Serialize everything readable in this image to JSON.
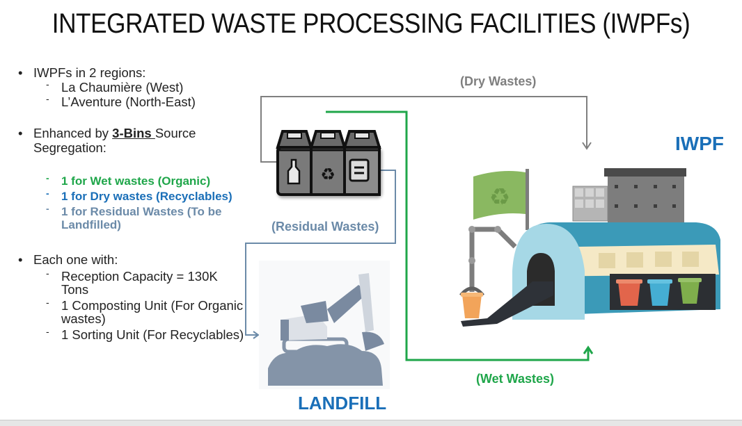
{
  "title": "INTEGRATED WASTE PROCESSING FACILITIES (IWPFs)",
  "bullets": {
    "regions": {
      "heading": "IWPFs in 2 regions:",
      "items": [
        "La Chaumière (West)",
        "L’Aventure (North-East)"
      ]
    },
    "segregation": {
      "prefix": "Enhanced by ",
      "emphasis": "3-Bins ",
      "suffix": "Source Segregation:",
      "items": [
        {
          "text": "1 for Wet wastes (Organic)",
          "color": "#1fa64a"
        },
        {
          "text": "1 for Dry wastes (Recyclables)",
          "color": "#1a6fb8"
        },
        {
          "text": "1 for Residual Wastes (To be Landfilled)",
          "color": "#6b8aa8"
        }
      ]
    },
    "each": {
      "heading": "Each one with:",
      "items": [
        "Reception Capacity = 130K Tons",
        "1 Composting Unit (For Organic wastes)",
        "1 Sorting Unit (For Recyclables)"
      ]
    }
  },
  "diagram": {
    "labels": {
      "dry": "(Dry Wastes)",
      "wet": "(Wet Wastes)",
      "residual": "(Residual Wastes)",
      "iwpf": "IWPF",
      "landfill": "LANDFILL"
    },
    "icons": [
      "three-bins-icon",
      "iwpf-facility-illustration",
      "landfill-excavator-illustration"
    ],
    "colors": {
      "dry": "#7f7f7f",
      "wet": "#1fa64a",
      "residual": "#6b8aa8",
      "iwpf": "#1a6fb8",
      "landfill": "#1a6fb8"
    }
  }
}
